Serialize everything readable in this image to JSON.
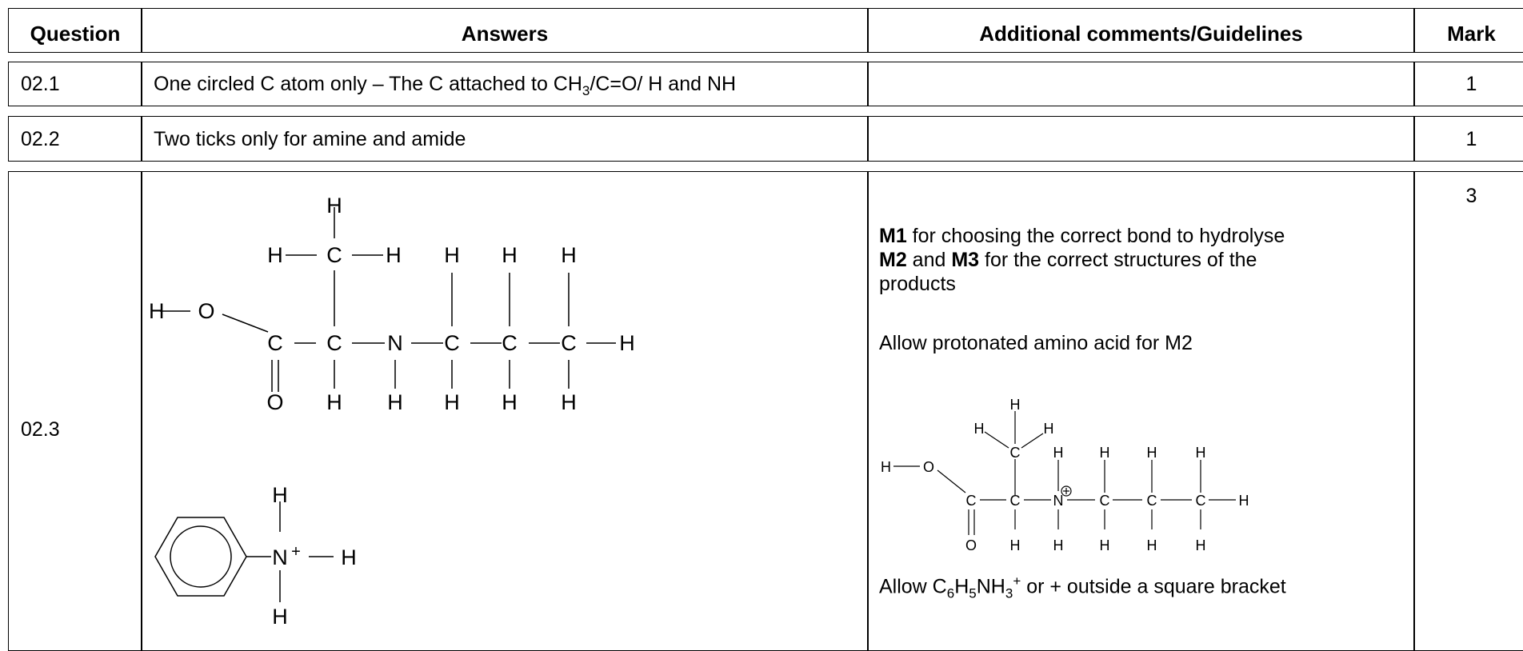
{
  "header": {
    "question": "Question",
    "answers": "Answers",
    "comments": "Additional comments/Guidelines",
    "mark": "Mark"
  },
  "rows": [
    {
      "question": "02.1",
      "answer_pre": "One circled C atom only – The C attached to CH",
      "answer_sub": "3",
      "answer_post": "/C=O/ H and NH",
      "comments": "",
      "mark": "1"
    },
    {
      "question": "02.2",
      "answer": "Two ticks only for amine and amide",
      "comments": "",
      "mark": "1"
    },
    {
      "question": "02.3",
      "comments": {
        "m1_bold": "M1",
        "m1_text": " for choosing the correct bond to hydrolyse",
        "m2_bold": "M2",
        "m2_and": " and ",
        "m3_bold": "M3",
        "m3_text": " for the correct structures of the",
        "products": "products",
        "allow_protonated": "Allow protonated amino acid for M2",
        "allow_c6_pre": "Allow C",
        "allow_c6_sub1": "6",
        "allow_c6_h": "H",
        "allow_c6_sub2": "5",
        "allow_c6_nh": "NH",
        "allow_c6_sub3": "3",
        "allow_c6_sup": "+",
        "allow_c6_post": " or + outside a square bracket"
      },
      "mark": "3"
    }
  ],
  "atoms": {
    "H": "H",
    "C": "C",
    "O": "O",
    "N": "N",
    "N_plus": "+"
  }
}
